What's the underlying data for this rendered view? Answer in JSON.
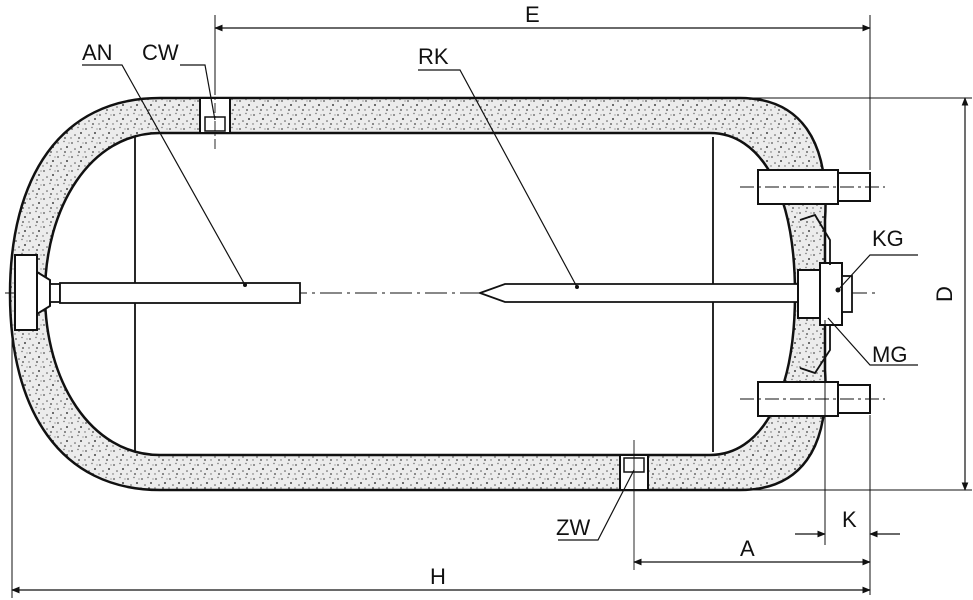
{
  "labels": {
    "an": "AN",
    "cw": "CW",
    "rk": "RK",
    "kg": "KG",
    "mg": "MG",
    "zw": "ZW"
  },
  "dimensions": {
    "e": "E",
    "d": "D",
    "k": "K",
    "a": "A",
    "h": "H"
  },
  "colors": {
    "line": "#111111",
    "insulation_fill": "#e6e6e6",
    "speckle": "#555555",
    "background": "#ffffff"
  }
}
